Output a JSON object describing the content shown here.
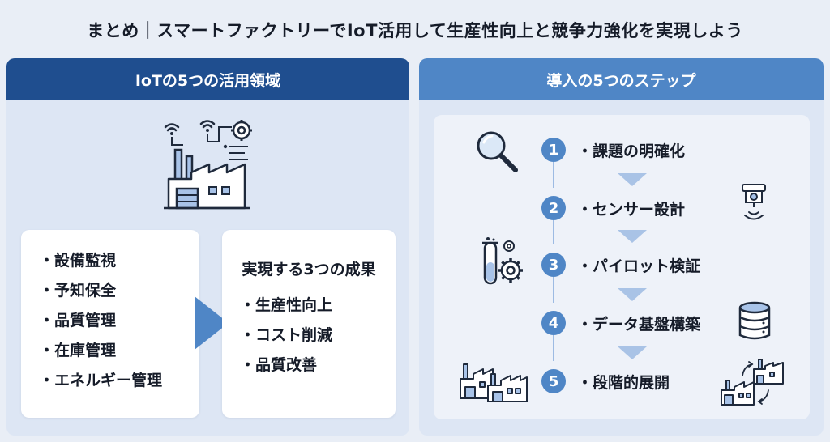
{
  "title": "まとめ｜スマートファクトリーでIoT活用して生産性向上と競争力強化を実現しよう",
  "left_panel": {
    "header": "IoTの5つの活用領域",
    "areas": [
      "設備監視",
      "予知保全",
      "品質管理",
      "在庫管理",
      "エネルギー管理"
    ],
    "outcomes_title": "実現する3つの成果",
    "outcomes": [
      "生産性向上",
      "コスト削減",
      "品質改善"
    ]
  },
  "right_panel": {
    "header": "導入の5つのステップ",
    "steps": [
      {
        "num": "1",
        "label": "課題の明確化"
      },
      {
        "num": "2",
        "label": "センサー設計"
      },
      {
        "num": "3",
        "label": "パイロット検証"
      },
      {
        "num": "4",
        "label": "データ基盤構築"
      },
      {
        "num": "5",
        "label": "段階的展開"
      }
    ]
  },
  "colors": {
    "dark_blue": "#1f4e8f",
    "mid_blue": "#4f86c6",
    "light_blue": "#9dbbe3",
    "panel_bg": "#dde6f4"
  },
  "icons": [
    "iot-factory-icon",
    "magnifier-icon",
    "sensor-icon",
    "lab-gear-icon",
    "database-icon",
    "factory-icon",
    "factory-expansion-icon"
  ]
}
